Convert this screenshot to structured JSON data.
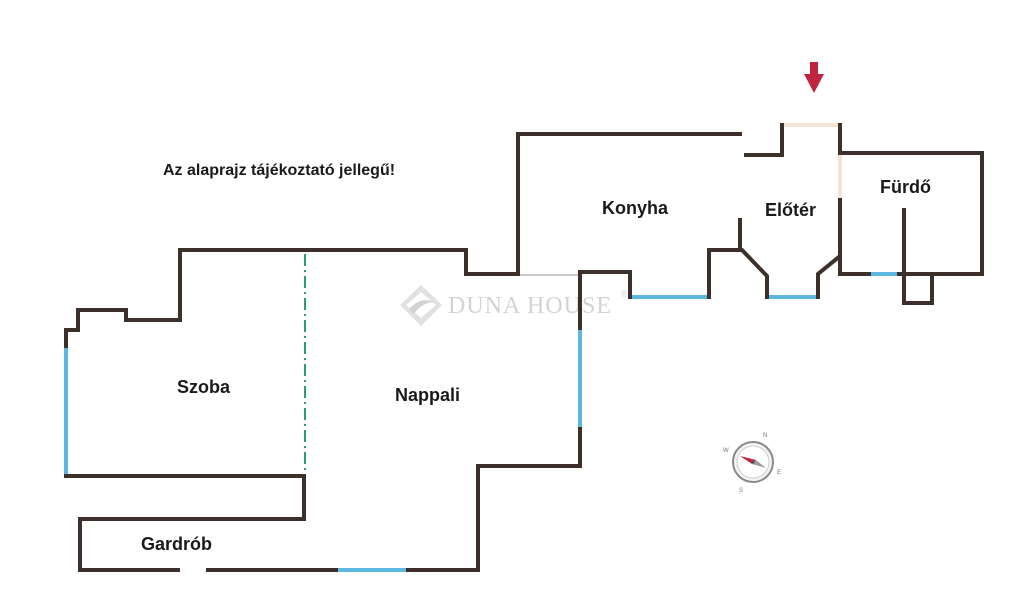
{
  "notice": "Az alaprajz tájékoztató jellegű!",
  "watermark": {
    "brand": "DUNA HOUSE",
    "mark": "®"
  },
  "rooms": {
    "szoba": "Szoba",
    "nappali": "Nappali",
    "konyha": "Konyha",
    "eloter": "Előtér",
    "furdo": "Fürdő",
    "gardrob": "Gardrób"
  },
  "compass": {
    "north": "N",
    "east": "E",
    "south": "S",
    "west": "W"
  },
  "colors": {
    "wall": "#3d2f2a",
    "window": "#5db6df",
    "door": "#f6e3d3",
    "entrance_arrow": "#c0243e",
    "divider": "#2b9b7c"
  },
  "icons": {
    "entrance": "entrance-arrow-icon",
    "compass": "compass-icon",
    "logo": "duna-house-logo-icon"
  }
}
